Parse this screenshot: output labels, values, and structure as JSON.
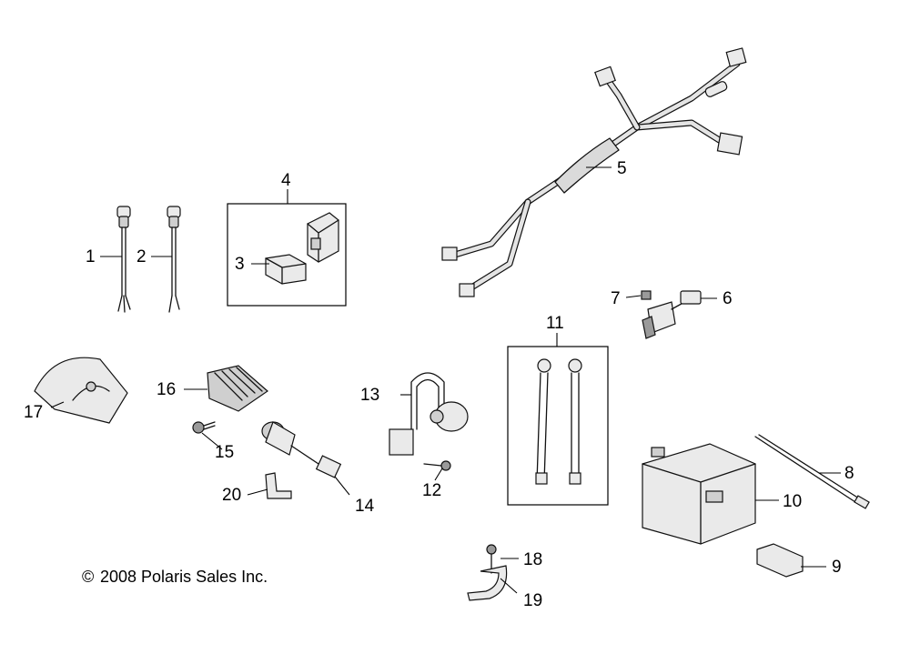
{
  "callouts": [
    "1",
    "2",
    "3",
    "4",
    "5",
    "6",
    "7",
    "8",
    "9",
    "10",
    "11",
    "12",
    "13",
    "14",
    "15",
    "16",
    "17",
    "18",
    "19",
    "20"
  ],
  "copyright": {
    "symbol": "©",
    "text": "2008 Polaris Sales Inc."
  },
  "icons": [
    "wire-lead-connector",
    "relay-module",
    "wiring-harness",
    "starter-solenoid",
    "battery",
    "battery-cable",
    "voltage-regulator",
    "ignition-switch",
    "document-pouch",
    "mounting-bracket",
    "screw"
  ]
}
